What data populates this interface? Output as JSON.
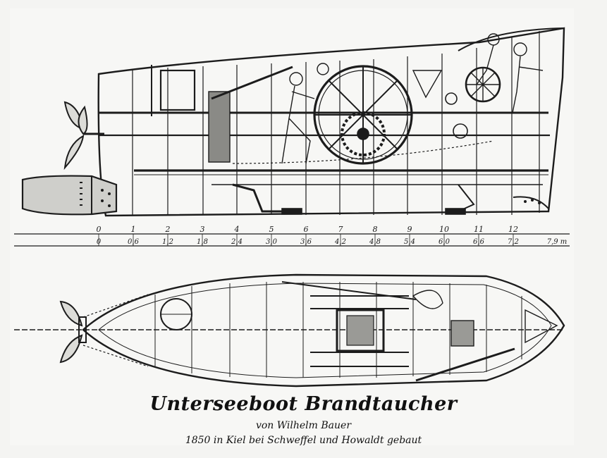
{
  "caption": {
    "title": "Unterseeboot Brandtaucher",
    "author": "von Wilhelm Bauer",
    "built": "1850 in Kiel bei Schweffel und Howaldt gebaut"
  },
  "scale": {
    "upper": [
      "0",
      "1",
      "2",
      "3",
      "4",
      "5",
      "6",
      "7",
      "8",
      "9",
      "10",
      "11",
      "12"
    ],
    "lower": [
      "0",
      "0,6",
      "1,2",
      "1,8",
      "2,4",
      "3,0",
      "3,6",
      "4,2",
      "4,8",
      "5,4",
      "6,0",
      "6,6",
      "7,2",
      "7,9 m"
    ]
  }
}
